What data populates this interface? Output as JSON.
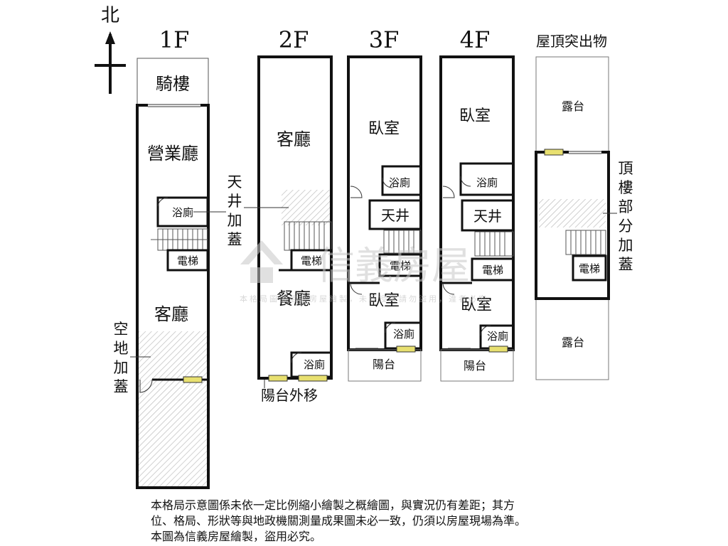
{
  "compass": {
    "north": "北"
  },
  "floors": {
    "f1": {
      "title": "1F",
      "arcade": "騎樓",
      "business_hall": "營業廳",
      "bath": "浴廁",
      "elevator": "電梯",
      "living": "客廳"
    },
    "f2": {
      "title": "2F",
      "living": "客廳",
      "elevator": "電梯",
      "dining": "餐廳",
      "bath": "浴廁"
    },
    "f3": {
      "title": "3F",
      "bedroom_top": "臥室",
      "bath_top": "浴廁",
      "light_well": "天井",
      "elevator": "電梯",
      "bedroom_bottom": "臥室",
      "bath_bottom": "浴廁",
      "balcony": "陽台"
    },
    "f4": {
      "title": "4F",
      "bedroom_top": "臥室",
      "bath_top": "浴廁",
      "light_well": "天井",
      "elevator": "電梯",
      "bedroom_bottom": "臥室",
      "bath_bottom": "浴廁",
      "balcony": "陽台"
    },
    "roof": {
      "title": "屋頂突出物",
      "terrace_top": "露台",
      "elevator": "電梯",
      "terrace_bottom": "露台"
    }
  },
  "annotations": {
    "light_well_covered": [
      "天",
      "井",
      "加",
      "蓋"
    ],
    "open_space_covered": [
      "空",
      "地",
      "加",
      "蓋"
    ],
    "balcony_moved_out": "陽台外移",
    "rooftop_partially_covered": [
      "頂",
      "樓",
      "部",
      "分",
      "加",
      "蓋"
    ]
  },
  "watermark": {
    "brand": "信義房屋",
    "notice": "本格局圖係信義房屋繪製，未經授權請勿盜用，違者必究"
  },
  "disclaimer": [
    "本格局示意圖係未依一定比例縮小繪製之概繪圖，與實況仍有差距；其方",
    "位、格局、形狀等與地政機關測量成果圖未必一致，仍須以房屋現場為準。",
    "本圖為信義房屋繪製，盜用必究。"
  ],
  "colors": {
    "wall": "#111111",
    "window": "#e8e070",
    "hatch": "#bdbdbd",
    "watermark": "#c8c8c8"
  }
}
